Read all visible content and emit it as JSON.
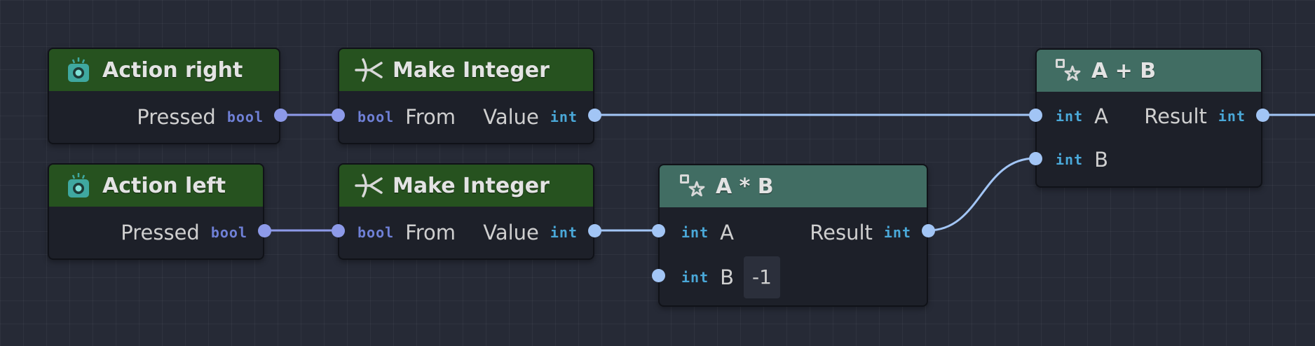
{
  "nodes": {
    "action_right": {
      "title": "Action right",
      "output_label": "Pressed",
      "output_type": "bool"
    },
    "action_left": {
      "title": "Action left",
      "output_label": "Pressed",
      "output_type": "bool"
    },
    "make_integer_1": {
      "title": "Make Integer",
      "input_label": "From",
      "input_type": "bool",
      "output_label": "Value",
      "output_type": "int"
    },
    "make_integer_2": {
      "title": "Make Integer",
      "input_label": "From",
      "input_type": "bool",
      "output_label": "Value",
      "output_type": "int"
    },
    "multiply": {
      "title": "A * B",
      "input_a_label": "A",
      "input_a_type": "int",
      "input_b_label": "B",
      "input_b_type": "int",
      "input_b_value": "-1",
      "output_label": "Result",
      "output_type": "int"
    },
    "add": {
      "title": "A + B",
      "input_a_label": "A",
      "input_a_type": "int",
      "input_b_label": "B",
      "input_b_type": "int",
      "output_label": "Result",
      "output_type": "int"
    }
  },
  "icons": {
    "action": "action-icon",
    "make_integer": "make-integer-icon",
    "math": "math-operator-icon"
  },
  "colors": {
    "canvas": "#262a36",
    "event_header": "#26521f",
    "math_header": "#416d63",
    "bool_type": "#6f80d6",
    "int_type": "#4aa8d8",
    "wire": "#a2c5f5"
  }
}
